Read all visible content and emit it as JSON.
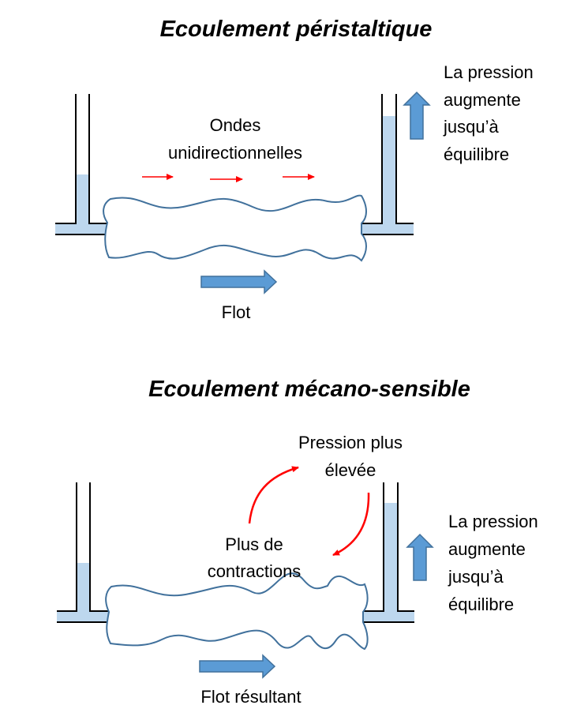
{
  "colors": {
    "fluid": "#bdd7ee",
    "tube_outline": "#41719c",
    "arrow_fill": "#5b9bd5",
    "arrow_outline": "#41719c",
    "red_arrow": "#ff0000"
  },
  "icons": {
    "flow_arrow": "right-block-arrow",
    "pressure_arrow": "up-block-arrow",
    "wave_arrow": "small-red-right-arrow",
    "feedback_arrow": "curved-red-arrow"
  },
  "peristaltic": {
    "title": "Ecoulement péristaltique",
    "waves_label": [
      "Ondes",
      "unidirectionnelles"
    ],
    "flow_label": "Flot",
    "pressure_label": [
      "La pression",
      "augmente",
      "jusqu’à",
      "équilibre"
    ]
  },
  "mechanosensitive": {
    "title": "Ecoulement mécano-sensible",
    "high_pressure_label": [
      "Pression plus",
      "élevée"
    ],
    "contractions_label": [
      "Plus de",
      "contractions"
    ],
    "flow_label": "Flot résultant",
    "pressure_label": [
      "La pression",
      "augmente",
      "jusqu’à",
      "équilibre"
    ]
  }
}
